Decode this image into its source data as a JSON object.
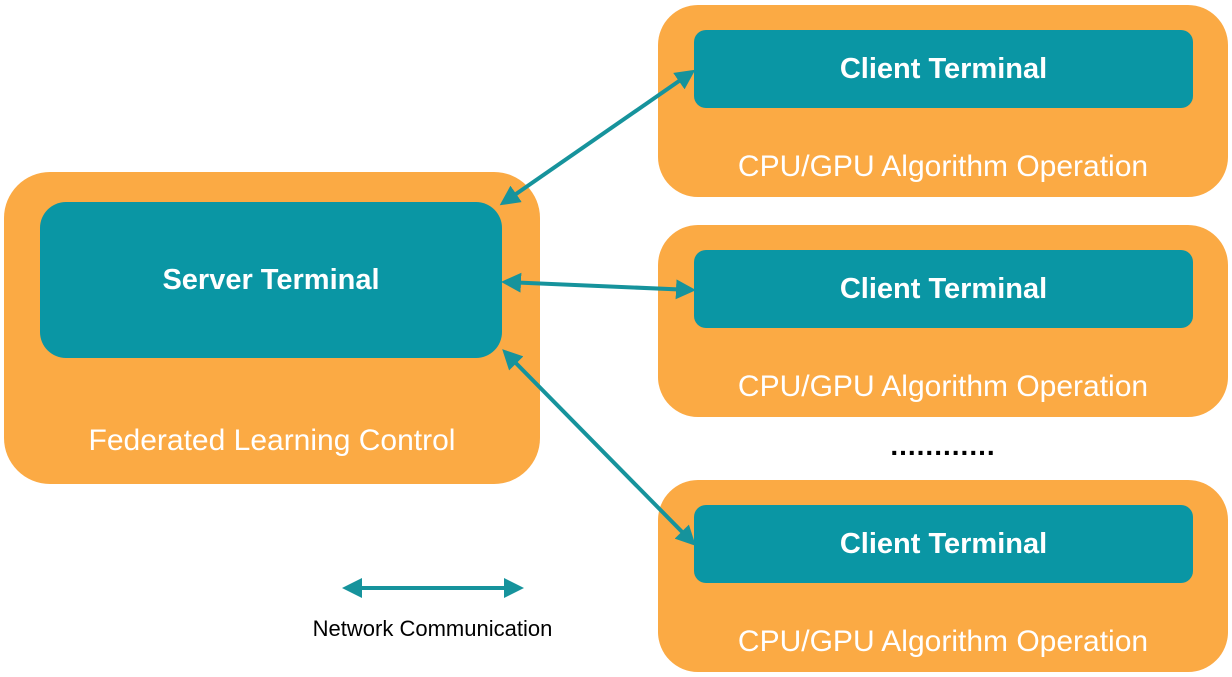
{
  "colors": {
    "box_outer": "#fbaa44",
    "box_inner": "#0a96a4",
    "arrow": "#16939c",
    "caption_text": "#ffffff",
    "legend_text": "#000000"
  },
  "server": {
    "title": "Server Terminal",
    "caption": "Federated Learning Control"
  },
  "clients": [
    {
      "title": "Client Terminal",
      "caption": "CPU/GPU Algorithm Operation"
    },
    {
      "title": "Client Terminal",
      "caption": "CPU/GPU Algorithm Operation"
    },
    {
      "title": "Client Terminal",
      "caption": "CPU/GPU Algorithm Operation"
    }
  ],
  "ellipsis": "............",
  "legend": {
    "label": "Network Communication",
    "icon": "double-headed-arrow"
  }
}
